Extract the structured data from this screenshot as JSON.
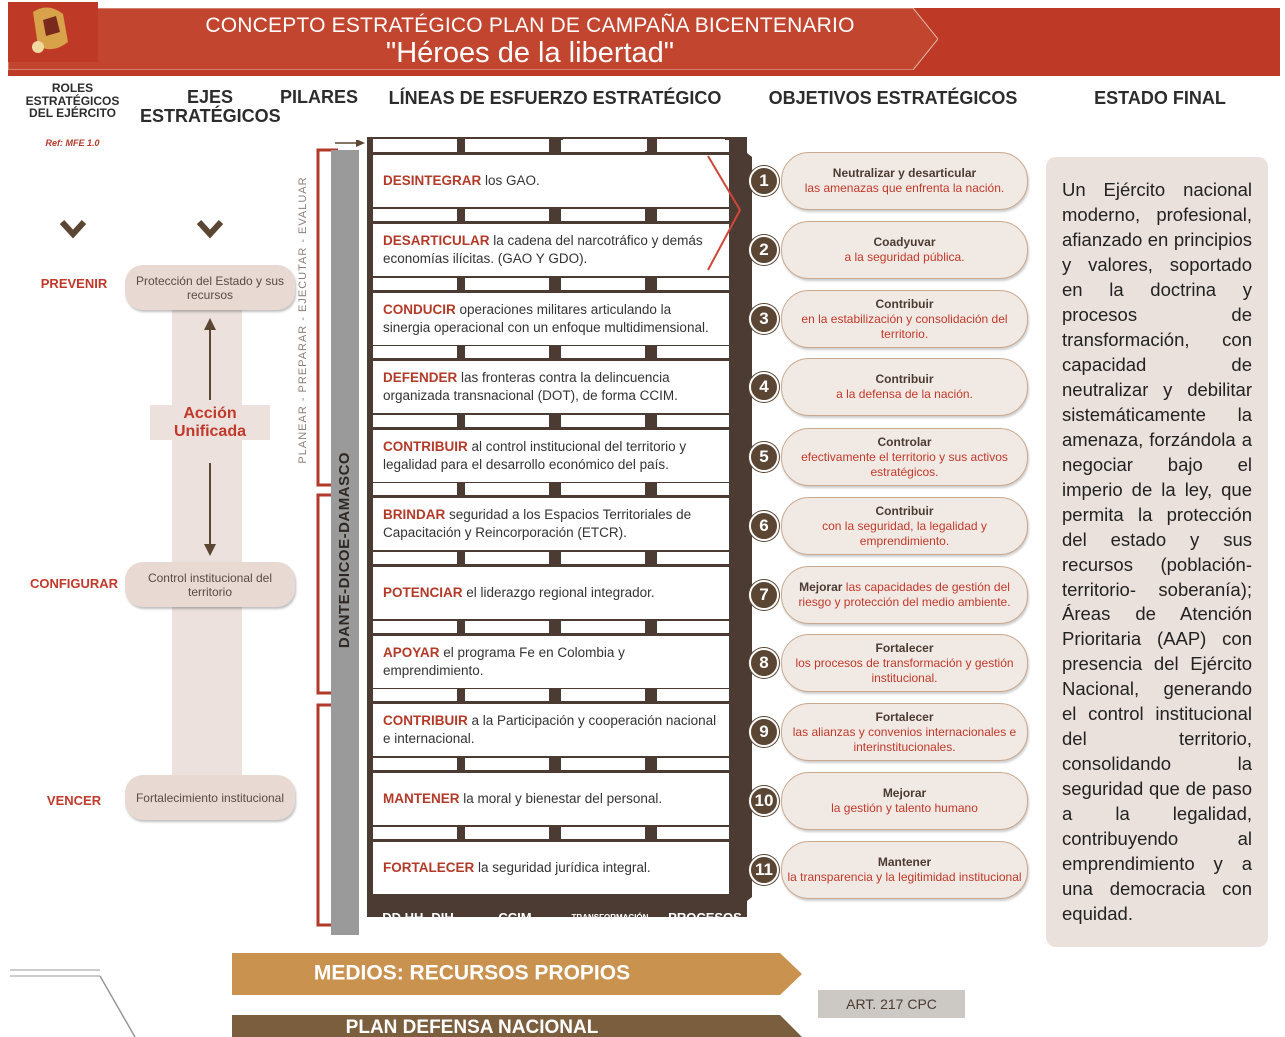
{
  "header": {
    "title_line1": "CONCEPTO ESTRATÉGICO PLAN DE CAMPAÑA BICENTENARIO",
    "title_line2": "\"Héroes de la libertad\"",
    "logo_icon": "army-emblem-icon"
  },
  "columns": {
    "roles": "ROLES ESTRATÉGICOS DEL EJÉRCITO",
    "roles_ref": "Ref: MFE 1.0",
    "ejes": "EJES ESTRATÉGICOS",
    "pilares": "PILARES",
    "lineas": "LÍNEAS DE ESFUERZO ESTRATÉGICO",
    "objetivos": "OBJETIVOS ESTRATÉGICOS",
    "estado": "ESTADO FINAL"
  },
  "roles": [
    "PREVENIR",
    "CONFIGURAR",
    "VENCER"
  ],
  "ejes": [
    "Protección del Estado y sus recursos",
    "Control institucional del territorio",
    "Fortalecimiento institucional"
  ],
  "accion": "Acción Unificada",
  "pilares": {
    "phases": "PLANEAR - PREPARAR - EJECUTAR - EVALUAR",
    "dante": "DANTE-DICOE-DAMASCO"
  },
  "lines": [
    {
      "verb": "DESINTEGRAR",
      "text": " los GAO."
    },
    {
      "verb": "DESARTICULAR",
      "text": " la cadena del narcotráfico y demás economías ilícitas. (GAO Y GDO)."
    },
    {
      "verb": "CONDUCIR",
      "text": " operaciones militares articulando la sinergia operacional con un enfoque multidimensional."
    },
    {
      "verb": "DEFENDER",
      "text": " las fronteras contra la delincuencia organizada transnacional (DOT), de forma CCIM."
    },
    {
      "verb": "CONTRIBUIR",
      "text": " al control institucional del territorio y legalidad para el desarrollo económico del país."
    },
    {
      "verb": "BRINDAR",
      "text": " seguridad a los Espacios Territoriales de Capacitación y Reincorporación (ETCR)."
    },
    {
      "verb": "POTENCIAR",
      "text": " el liderazgo regional integrador."
    },
    {
      "verb": "APOYAR",
      "text": " el programa Fe en Colombia y emprendimiento."
    },
    {
      "verb": "CONTRIBUIR",
      "text": " a la Participación y cooperación nacional e internacional."
    },
    {
      "verb": "MANTENER",
      "text": " la moral y bienestar del personal."
    },
    {
      "verb": "FORTALECER",
      "text": " la seguridad jurídica integral."
    }
  ],
  "line_footer": [
    "DD.HH -DIH",
    "CCIM",
    "TRANSFORMACIÓN",
    "PROCESOS"
  ],
  "objectives": [
    {
      "num": "1",
      "title": "Neutralizar y desarticular",
      "text": "las amenazas que enfrenta la nación."
    },
    {
      "num": "2",
      "title": "Coadyuvar",
      "text": "a la seguridad pública."
    },
    {
      "num": "3",
      "title": "Contribuir",
      "text": "en la estabilización y consolidación del territorio."
    },
    {
      "num": "4",
      "title": "Contribuir",
      "text": "a la defensa de la nación."
    },
    {
      "num": "5",
      "title": "Controlar",
      "text": "efectivamente el territorio y sus activos estratégicos."
    },
    {
      "num": "6",
      "title": "Contribuir",
      "text": "con la seguridad, la legalidad y emprendimiento."
    },
    {
      "num": "7",
      "title": "Mejorar",
      "text": " las capacidades de gestión del riesgo y protección del medio ambiente."
    },
    {
      "num": "8",
      "title": "Fortalecer",
      "text": "los procesos de transformación y gestión institucional."
    },
    {
      "num": "9",
      "title": "Fortalecer",
      "text": "las alianzas y convenios internacionales e interinstitucionales."
    },
    {
      "num": "10",
      "title": "Mejorar",
      "text": "la gestión y talento humano"
    },
    {
      "num": "11",
      "title": "Mantener",
      "text": "la transparencia y la legitimidad institucional"
    }
  ],
  "estado_final": "Un Ejército nacional moderno, profesional, afianzado en principios y valores, soportado en la doctrina y procesos de transformación, con capacidad de neutralizar y debilitar sistemáticamente la amenaza, forzándola a negociar bajo el imperio de la ley, que permita la protección del estado y sus recursos (población-territorio- soberanía); Áreas de Atención Prioritaria (AAP) con presencia del Ejército Nacional, generando el control institucional del territorio, consolidando la seguridad que de paso a la legalidad, contribuyendo al emprendimiento y a una democracia con equidad.",
  "bottom": {
    "medios": "MEDIOS: RECURSOS PROPIOS",
    "plan": "PLAN DEFENSA NACIONAL",
    "art": "ART. 217 CPC"
  },
  "colors": {
    "brand_red": "#bf3a26",
    "dark_brown": "#4b3b33",
    "accent_orange": "#c9924f",
    "pill_fill": "#f1e9e3",
    "final_fill": "#ebe1dc"
  }
}
